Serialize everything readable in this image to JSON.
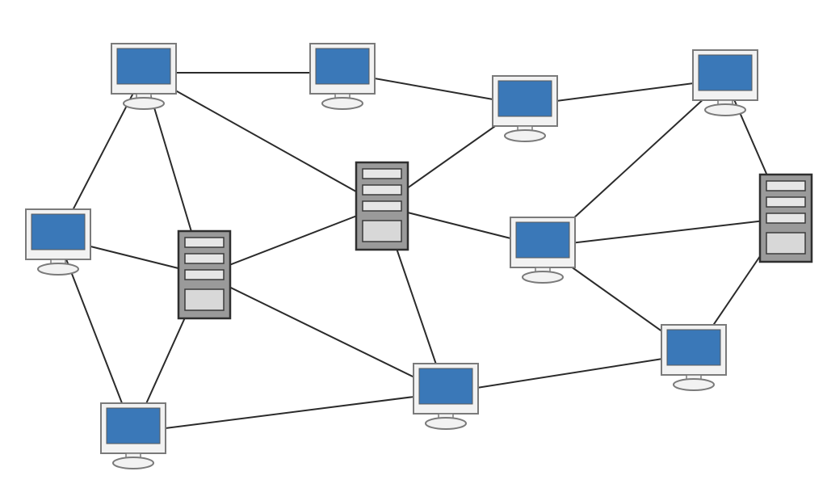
{
  "diagram": {
    "type": "mesh-network",
    "colors": {
      "screen": "#3a78b8",
      "monitor_frame": "#f2f2f2",
      "monitor_border": "#7a7a7a",
      "server_body": "#9a9a9a",
      "server_border": "#2f2f2f",
      "server_bay": "#e6e6e6",
      "link": "#2b2b2b",
      "background": "#ffffff"
    },
    "nodes": [
      {
        "id": "pc-top-left",
        "kind": "computer"
      },
      {
        "id": "pc-top-center",
        "kind": "computer"
      },
      {
        "id": "pc-top-center-right",
        "kind": "computer"
      },
      {
        "id": "pc-top-right",
        "kind": "computer"
      },
      {
        "id": "pc-left",
        "kind": "computer"
      },
      {
        "id": "server-left",
        "kind": "server"
      },
      {
        "id": "server-center",
        "kind": "server"
      },
      {
        "id": "pc-center-right",
        "kind": "computer"
      },
      {
        "id": "server-right",
        "kind": "server"
      },
      {
        "id": "pc-bottom-left",
        "kind": "computer"
      },
      {
        "id": "pc-bottom-center",
        "kind": "computer"
      },
      {
        "id": "pc-bottom-right",
        "kind": "computer"
      }
    ],
    "links": [
      [
        "pc-top-left",
        "pc-top-center"
      ],
      [
        "pc-top-center",
        "pc-top-center-right"
      ],
      [
        "pc-top-center-right",
        "pc-top-right"
      ],
      [
        "pc-top-left",
        "pc-left"
      ],
      [
        "pc-top-left",
        "server-left"
      ],
      [
        "pc-top-left",
        "server-center"
      ],
      [
        "pc-top-center-right",
        "server-center"
      ],
      [
        "pc-top-right",
        "pc-center-right"
      ],
      [
        "pc-top-right",
        "server-right"
      ],
      [
        "pc-left",
        "server-left"
      ],
      [
        "pc-left",
        "pc-bottom-left"
      ],
      [
        "server-left",
        "server-center"
      ],
      [
        "server-left",
        "pc-bottom-left"
      ],
      [
        "server-left",
        "pc-bottom-center"
      ],
      [
        "server-center",
        "pc-center-right"
      ],
      [
        "server-center",
        "pc-bottom-center"
      ],
      [
        "pc-center-right",
        "server-right"
      ],
      [
        "pc-center-right",
        "pc-bottom-right"
      ],
      [
        "server-right",
        "pc-bottom-right"
      ],
      [
        "pc-bottom-left",
        "pc-bottom-center"
      ],
      [
        "pc-bottom-center",
        "pc-bottom-right"
      ]
    ]
  }
}
